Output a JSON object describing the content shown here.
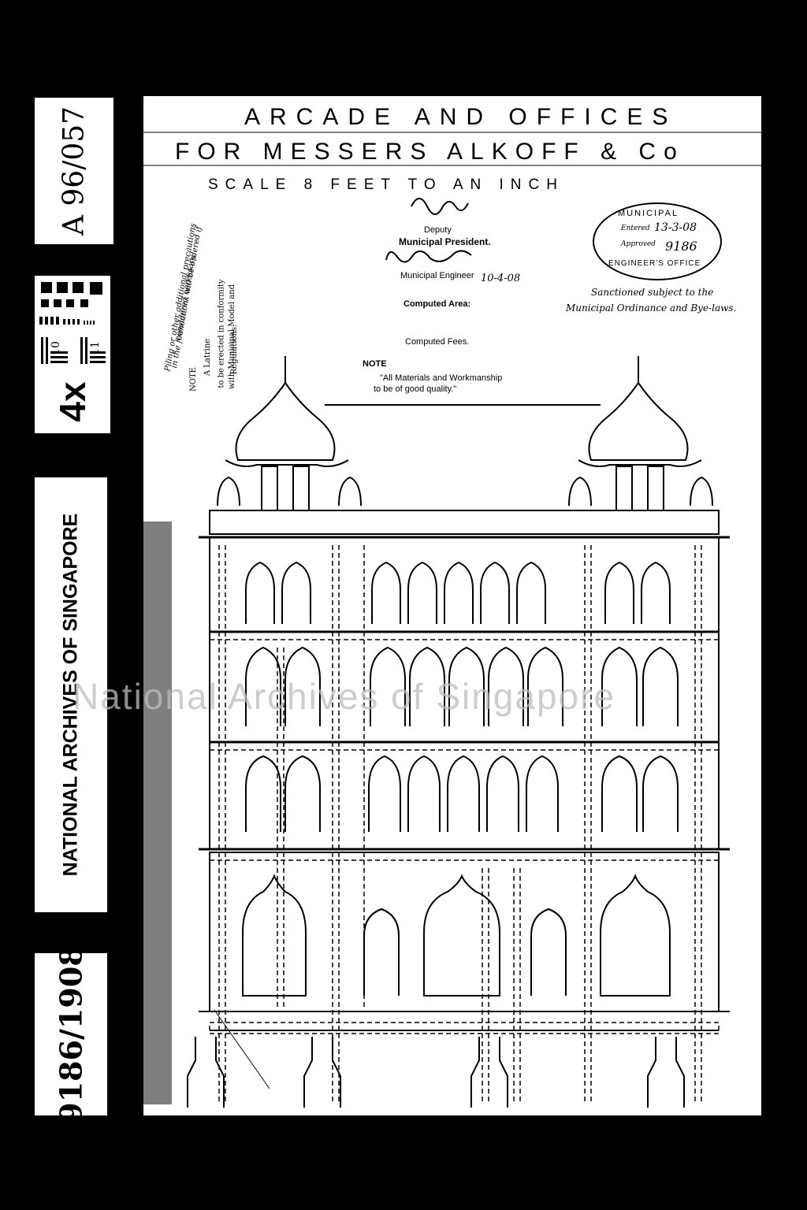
{
  "film_labels": {
    "reference": "A 96/057",
    "reduction": "4x",
    "archive": "NATIONAL ARCHIVES OF SINGAPORE",
    "plan_number": "9186/1908"
  },
  "scale_target": {
    "numbers": [
      "10",
      "11"
    ]
  },
  "drawing": {
    "title_line1": "ARCADE AND OFFICES",
    "title_line2": "FOR MESSERS ALKOFF & Co",
    "scale": "SCALE 8 FEET TO AN INCH",
    "deputy": "Deputy",
    "municipal_president": "Municipal President.",
    "municipal_engineer": "Municipal Engineer",
    "signature_date": "10-4-08",
    "computed_area": "Computed Area:",
    "computed_fees": "Computed Fees.",
    "note_heading": "NOTE",
    "note_text": "\"All Materials and Workmanship",
    "note_text2": "to be of good quality.\"",
    "sanctioned_line1": "Sanctioned subject to the",
    "sanctioned_line2": "Municipal Ordinance and Bye-laws.",
    "stamp_top": "MUNICIPAL",
    "stamp_bottom": "ENGINEER'S OFFICE",
    "stamp_entered": "Entered",
    "stamp_entered_value": "13-3-08",
    "stamp_approved": "Approved",
    "stamp_number": "9186",
    "side_note_1": "Piling or other additional precautions",
    "side_note_2": "in the foundations will be ordered if",
    "side_note_3": "considered necessary.",
    "latrine_note_1": "NOTE",
    "latrine_note_2": "A Latrine",
    "latrine_note_3": "to be erected in conformity",
    "latrine_note_4": "with Municipal Model and",
    "latrine_note_5": "Regulations.",
    "watermark": "National Archives of Singapore"
  }
}
